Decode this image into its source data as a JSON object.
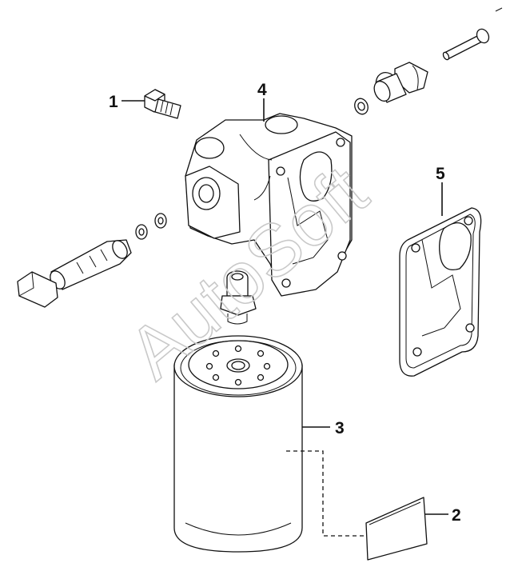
{
  "watermark": "AutoSoft",
  "callouts": {
    "c1": "1",
    "c2": "2",
    "c3": "3",
    "c4": "4",
    "c5": "5"
  },
  "parts": [
    {
      "callout": "1",
      "icon": "hex-flange-bolt-icon"
    },
    {
      "callout": "2",
      "icon": "label-plate-icon"
    },
    {
      "callout": "3",
      "icon": "fuel-filter-cartridge-icon"
    },
    {
      "callout": "4",
      "icon": "filter-head-housing-icon"
    },
    {
      "callout": "5",
      "icon": "gasket-icon"
    }
  ]
}
